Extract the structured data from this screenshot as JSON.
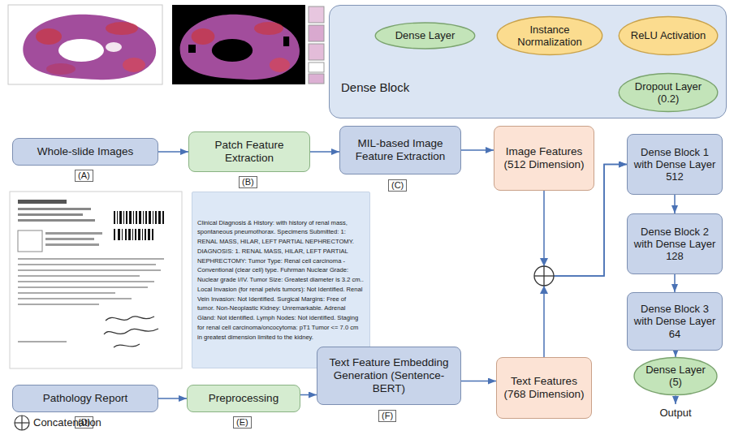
{
  "diagram": {
    "nodes": [
      {
        "text": [
          "Dense Block"
        ]
      },
      {
        "text": [
          "Dense Layer"
        ],
        "in": 0
      },
      {
        "text": [
          "Instance Normalization"
        ],
        "in": 0
      },
      {
        "text": [
          "ReLU Activation"
        ],
        "in": 0
      },
      {
        "text": [
          "Dropout Layer (0.2)"
        ],
        "in": 0
      },
      {
        "text": [
          "Whole-slide Images"
        ]
      },
      {
        "text": [
          "Patch Feature Extraction"
        ]
      },
      {
        "text": [
          "MIL-based Image Feature Extraction"
        ]
      },
      {
        "text": [
          "Image Features (512 Dimension)"
        ]
      },
      {
        "text": [
          "Dense Block 1 with Dense Layer 512"
        ]
      },
      {
        "text": [
          "Dense Block 2 with Dense Layer 128"
        ]
      },
      {
        "text": [
          "Dense Block 3 with Dense Layer 64"
        ]
      },
      {
        "text": [
          "Clinical Diagnosis & History: with history of renal mass, spontaneous pneumothorax. Specimens Submitted: 1: RENAL MASS, HILAR, LEFT PARTIAL NEPHRECTOMY. DIAGNOSIS: 1. RENAL MASS, HILAR, LEFT PARTIAL NEPHRECTOMY: Tumor Type: Renal cell carcinoma - Conventional (clear cell) type. Fuhrman Nuclear Grade: Nuclear grade I/IV. Tumor Size: Greatest diameter is 3.2 cm.. Local Invasion (for renal pelvis tumors): Not Identified. Renal Vein Invasion: Not Identified. Surgical Margins: Free of tumor. Non-Neoplastic Kidney: Unremarkable. Adrenal Gland: Not identified. Lymph Nodes: Not identified. Staging for renal cell carcinoma/oncocytoma: pT1 Tumor <= 7.0 cm in greatest dimension limited to the kidney."
        ]
      },
      {
        "text": [
          "Dense Layer (5)"
        ]
      },
      {
        "text": [
          "Pathology Report"
        ]
      },
      {
        "text": [
          "Preprocessing"
        ]
      },
      {
        "text": [
          "Text Feature Embedding Generation (Sentence-BERT)"
        ]
      },
      {
        "text": [
          "Text Features (768 Dimension)"
        ]
      }
    ],
    "edges": [
      {
        "from": 1,
        "to": 2,
        "arrow": "to"
      },
      {
        "from": 2,
        "to": 3,
        "arrow": "to"
      },
      {
        "from": 3,
        "to": 4,
        "arrow": "to"
      },
      {
        "from": 5,
        "to": 6,
        "arrow": "to"
      },
      {
        "from": 6,
        "to": 7,
        "arrow": "to"
      },
      {
        "from": 7,
        "to": 8,
        "arrow": "to"
      },
      {
        "from": 8,
        "to": 9,
        "arrow": "to"
      },
      {
        "from": 17,
        "to": 9,
        "arrow": "to"
      },
      {
        "from": 9,
        "to": 10,
        "arrow": "to"
      },
      {
        "from": 10,
        "to": 11,
        "arrow": "to"
      },
      {
        "from": 11,
        "to": 13,
        "arrow": "to"
      },
      {
        "from": 14,
        "to": 15,
        "arrow": "to"
      },
      {
        "from": 15,
        "to": 16,
        "arrow": "to"
      },
      {
        "from": 16,
        "to": 17,
        "arrow": "to"
      }
    ],
    "labels": [
      "(A)",
      "(B)",
      "(C)",
      "(D)",
      "(E)",
      "(F)",
      "Output"
    ],
    "legend": [
      {
        "text": "Concatenation"
      }
    ]
  }
}
